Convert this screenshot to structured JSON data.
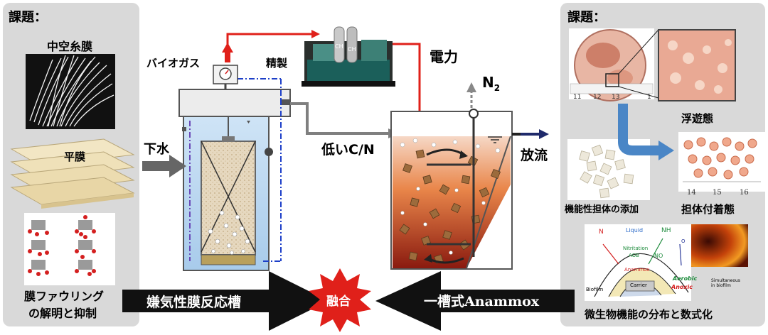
{
  "left_panel": {
    "heading": "課題：",
    "hollow_fiber_label": "中空糸膜",
    "flat_sheet_label": "平膜",
    "fouling_label_line1": "膜ファウリング",
    "fouling_label_line2": "の解明と抑制"
  },
  "center": {
    "biogas_label": "バイオガス",
    "refining_label": "精製",
    "electricity_label": "電力",
    "sewage_label": "下水",
    "low_cn_label": "低いC/N",
    "n2_label": "N",
    "n2_subscript": "2",
    "discharge_label": "放流",
    "gas_cylinder_text_1": "CH",
    "gas_cylinder_text_2": "CH"
  },
  "bottom": {
    "left_arrow_label": "嫌気性膜反応槽",
    "fusion_label": "融合",
    "right_arrow_label": "一槽式Anammox"
  },
  "right_panel": {
    "heading": "課題：",
    "suspended_label": "浮遊態",
    "carrier_add_label": "機能性担体の添加",
    "attached_label": "担体付着態",
    "analysis_label": "微生物機能の分布と数式化",
    "ruler_nums_top": [
      "11",
      "12",
      "13",
      "1"
    ],
    "ruler_nums_bottom": [
      "14",
      "15",
      "16"
    ],
    "biofilm_diagram": {
      "n2": "N",
      "liquid": "Liquid",
      "nh4": "NH",
      "no2": "NO",
      "nitritation": "Nitritation",
      "aob": "AOB",
      "anammox": "Anammox",
      "aerobic": "Aerobic",
      "anoxic": "Anoxic",
      "biofilm": "Biofilm",
      "carrier": "Carrier",
      "simultaneous": "Simultaneous in biofilm",
      "o2": "O"
    }
  },
  "colors": {
    "panel_bg": "#d9d9d9",
    "red_arrow": "#e0201a",
    "gray_arrow": "#7f7f7f",
    "blue_arrow": "#4a86c6",
    "navy_arrow": "#1f2a6b",
    "dark_arrow": "#111111"
  }
}
